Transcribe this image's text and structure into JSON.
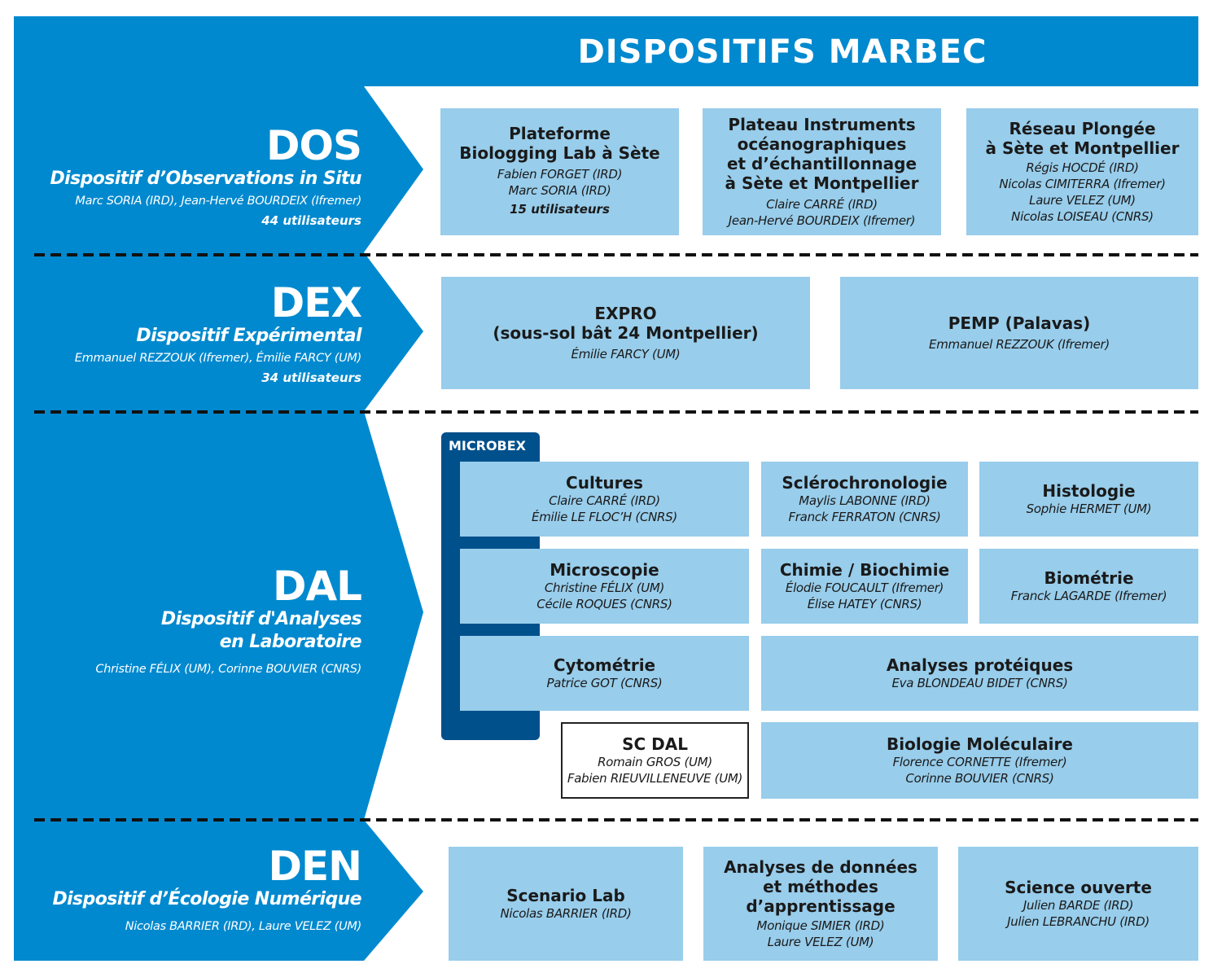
{
  "title": "DISPOSITIFS MARBEC",
  "colors": {
    "primary": "#0089cf",
    "box": "#98cdeb",
    "microbex": "#00508c"
  },
  "sections": {
    "dos": {
      "code": "DOS",
      "name": "Dispositif d’Observations in Situ",
      "people": "Marc SORIA (IRD), Jean-Hervé BOURDEIX (Ifremer)",
      "users": "44 utilisateurs",
      "boxes": [
        {
          "title": [
            "Plateforme",
            "Biologging Lab à Sète"
          ],
          "people": [
            "Fabien FORGET (IRD)",
            "Marc SORIA (IRD)"
          ],
          "users": "15 utilisateurs"
        },
        {
          "title": [
            "Plateau Instruments",
            "océanographiques",
            "et d’échantillonnage",
            "à Sète et Montpellier"
          ],
          "people": [
            "Claire CARRÉ (IRD)",
            "Jean-Hervé BOURDEIX (Ifremer)"
          ]
        },
        {
          "title": [
            "Réseau Plongée",
            "à Sète et Montpellier"
          ],
          "people": [
            "Régis HOCDÉ (IRD)",
            "Nicolas CIMITERRA (Ifremer)",
            "Laure VELEZ (UM)",
            "Nicolas LOISEAU (CNRS)"
          ]
        }
      ]
    },
    "dex": {
      "code": "DEX",
      "name": "Dispositif Expérimental",
      "people": "Emmanuel REZZOUK (Ifremer), Émilie FARCY (UM)",
      "users": "34 utilisateurs",
      "boxes": [
        {
          "title": [
            "EXPRO",
            "(sous-sol bât 24 Montpellier)"
          ],
          "people": [
            "Émilie FARCY (UM)"
          ]
        },
        {
          "title": [
            "PEMP (Palavas)"
          ],
          "people": [
            "Emmanuel REZZOUK (Ifremer)"
          ]
        }
      ]
    },
    "dal": {
      "code": "DAL",
      "name": [
        "Dispositif d'Analyses",
        "en Laboratoire"
      ],
      "people": "Christine FÉLIX (UM), Corinne BOUVIER (CNRS)",
      "microbex_label": "MICROBEX",
      "boxes": [
        {
          "title": [
            "Cultures"
          ],
          "people": [
            "Claire CARRÉ (IRD)",
            "Émilie LE FLOC’H (CNRS)"
          ]
        },
        {
          "title": [
            "Sclérochronologie"
          ],
          "people": [
            "Maylis LABONNE (IRD)",
            "Franck FERRATON (CNRS)"
          ]
        },
        {
          "title": [
            "Histologie"
          ],
          "people": [
            "Sophie HERMET (UM)"
          ]
        },
        {
          "title": [
            "Microscopie"
          ],
          "people": [
            "Christine FÉLIX (UM)",
            "Cécile ROQUES (CNRS)"
          ]
        },
        {
          "title": [
            "Chimie / Biochimie"
          ],
          "people": [
            "Élodie FOUCAULT (Ifremer)",
            "Élise HATEY (CNRS)"
          ]
        },
        {
          "title": [
            "Biométrie"
          ],
          "people": [
            "Franck LAGARDE (Ifremer)"
          ]
        },
        {
          "title": [
            "Cytométrie"
          ],
          "people": [
            "Patrice GOT (CNRS)"
          ]
        },
        {
          "title": [
            "Analyses protéiques"
          ],
          "people": [
            "Eva BLONDEAU BIDET (CNRS)"
          ]
        },
        {
          "title": [
            "SC DAL"
          ],
          "people": [
            "Romain GROS (UM)",
            "Fabien RIEUVILLENEUVE (UM)"
          ]
        },
        {
          "title": [
            "Biologie Moléculaire"
          ],
          "people": [
            "Florence CORNETTE (Ifremer)",
            "Corinne BOUVIER (CNRS)"
          ]
        }
      ]
    },
    "den": {
      "code": "DEN",
      "name": "Dispositif d’Écologie Numérique",
      "people": "Nicolas BARRIER (IRD), Laure VELEZ (UM)",
      "boxes": [
        {
          "title": [
            "Scenario Lab"
          ],
          "people": [
            "Nicolas BARRIER (IRD)"
          ]
        },
        {
          "title": [
            "Analyses de données",
            "et méthodes",
            "d’apprentissage"
          ],
          "people": [
            "Monique SIMIER (IRD)",
            "Laure VELEZ (UM)"
          ]
        },
        {
          "title": [
            "Science ouverte"
          ],
          "people": [
            "Julien BARDE (IRD)",
            "Julien LEBRANCHU (IRD)"
          ]
        }
      ]
    }
  }
}
